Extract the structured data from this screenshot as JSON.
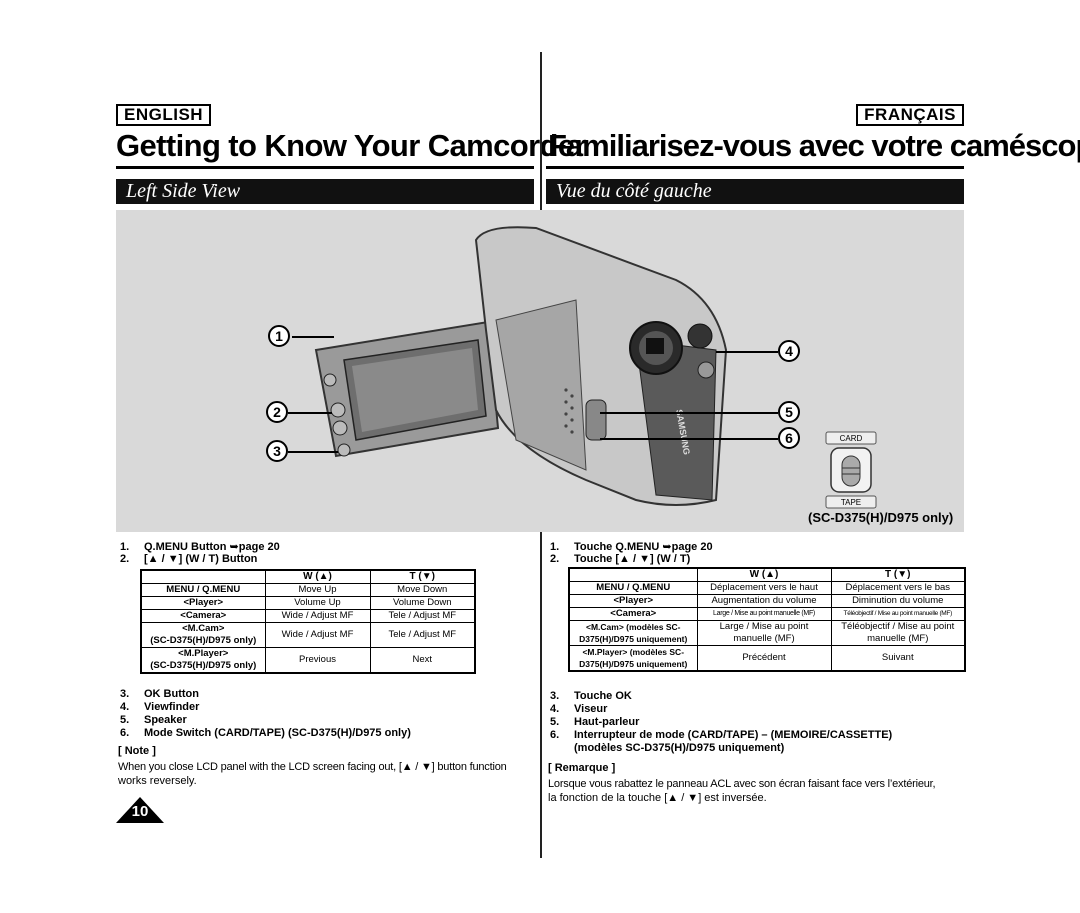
{
  "header": {
    "english_label": "ENGLISH",
    "french_label": "FRANÇAIS",
    "title_en": "Getting to Know Your Camcorder",
    "title_fr": "Familiarisez-vous avec votre caméscope"
  },
  "section": {
    "en": "Left Side View",
    "fr": "Vue du côté gauche"
  },
  "figure": {
    "callouts": [
      "1",
      "2",
      "3",
      "4",
      "5",
      "6"
    ],
    "camera_brand": "SAMSUNG",
    "switch_card_label": "CARD",
    "switch_tape_label": "TAPE",
    "model_note": "SC-D375(H)/D975 only)"
  },
  "english": {
    "top_items": [
      {
        "num": "1.",
        "text": "Q.MENU Button ➥page 20"
      },
      {
        "num": "2.",
        "text": "[▲ / ▼] (W / T) Button"
      }
    ],
    "table": {
      "headers": [
        "",
        "W (▲)",
        "T (▼)"
      ],
      "rows": [
        {
          "label": "MENU / Q.MENU",
          "w": "Move Up",
          "t": "Move Down"
        },
        {
          "label": "<Player>",
          "w": "Volume Up",
          "t": "Volume Down"
        },
        {
          "label": "<Camera>",
          "w": "Wide / Adjust MF",
          "t": "Tele / Adjust MF"
        },
        {
          "label": "<M.Cam>",
          "label2": "(SC-D375(H)/D975 only)",
          "w": "Wide / Adjust MF",
          "t": "Tele / Adjust MF"
        },
        {
          "label": "<M.Player>",
          "label2": "(SC-D375(H)/D975 only)",
          "w": "Previous",
          "t": "Next"
        }
      ]
    },
    "bottom_items": [
      {
        "num": "3.",
        "text": "OK Button"
      },
      {
        "num": "4.",
        "text": "Viewfinder"
      },
      {
        "num": "5.",
        "text": "Speaker"
      },
      {
        "num": "6.",
        "text": "Mode Switch (CARD/TAPE) (SC-D375(H)/D975 only)"
      }
    ],
    "note_head": "[ Note ]",
    "note_line1": "When you close LCD panel with the LCD screen facing out, [▲ / ▼] button function",
    "note_line2": "works reversely."
  },
  "french": {
    "top_items": [
      {
        "num": "1.",
        "text": "Touche Q.MENU ➥page 20"
      },
      {
        "num": "2.",
        "text": "Touche [▲ / ▼] (W / T)"
      }
    ],
    "table": {
      "headers": [
        "",
        "W (▲)",
        "T (▼)"
      ],
      "rows": [
        {
          "label": "MENU / Q.MENU",
          "w": "Déplacement vers le haut",
          "t": "Déplacement vers le bas"
        },
        {
          "label": "<Player>",
          "w": "Augmentation du volume",
          "t": "Diminution du volume"
        },
        {
          "label": "<Camera>",
          "w": "Large / Mise au point manuelle (MF)",
          "t": "Téléobjectif / Mise au point manuelle (MF)"
        },
        {
          "label": "<M.Cam> (modèles SC-",
          "label2": "D375(H)/D975 uniquement)",
          "w": "Large / Mise au point",
          "w2": "manuelle (MF)",
          "t": "Téléobjectif / Mise au point",
          "t2": "manuelle (MF)"
        },
        {
          "label": "<M.Player> (modèles SC-",
          "label2": "D375(H)/D975 uniquement)",
          "w": "Précédent",
          "t": "Suivant"
        }
      ]
    },
    "bottom_items": [
      {
        "num": "3.",
        "text": "Touche OK"
      },
      {
        "num": "4.",
        "text": "Viseur"
      },
      {
        "num": "5.",
        "text": "Haut-parleur"
      },
      {
        "num": "6.",
        "text": "Interrupteur de mode (CARD/TAPE) – (MEMOIRE/CASSETTE)"
      },
      {
        "num": "",
        "text": "(modèles SC-D375(H)/D975 uniquement)"
      }
    ],
    "note_head": "[ Remarque ]",
    "note_line1": "Lorsque vous rabattez le panneau ACL avec son écran faisant face vers l’extérieur,",
    "note_line2": "la fonction de la touche [▲ / ▼] est inversée."
  },
  "page_number": "10"
}
